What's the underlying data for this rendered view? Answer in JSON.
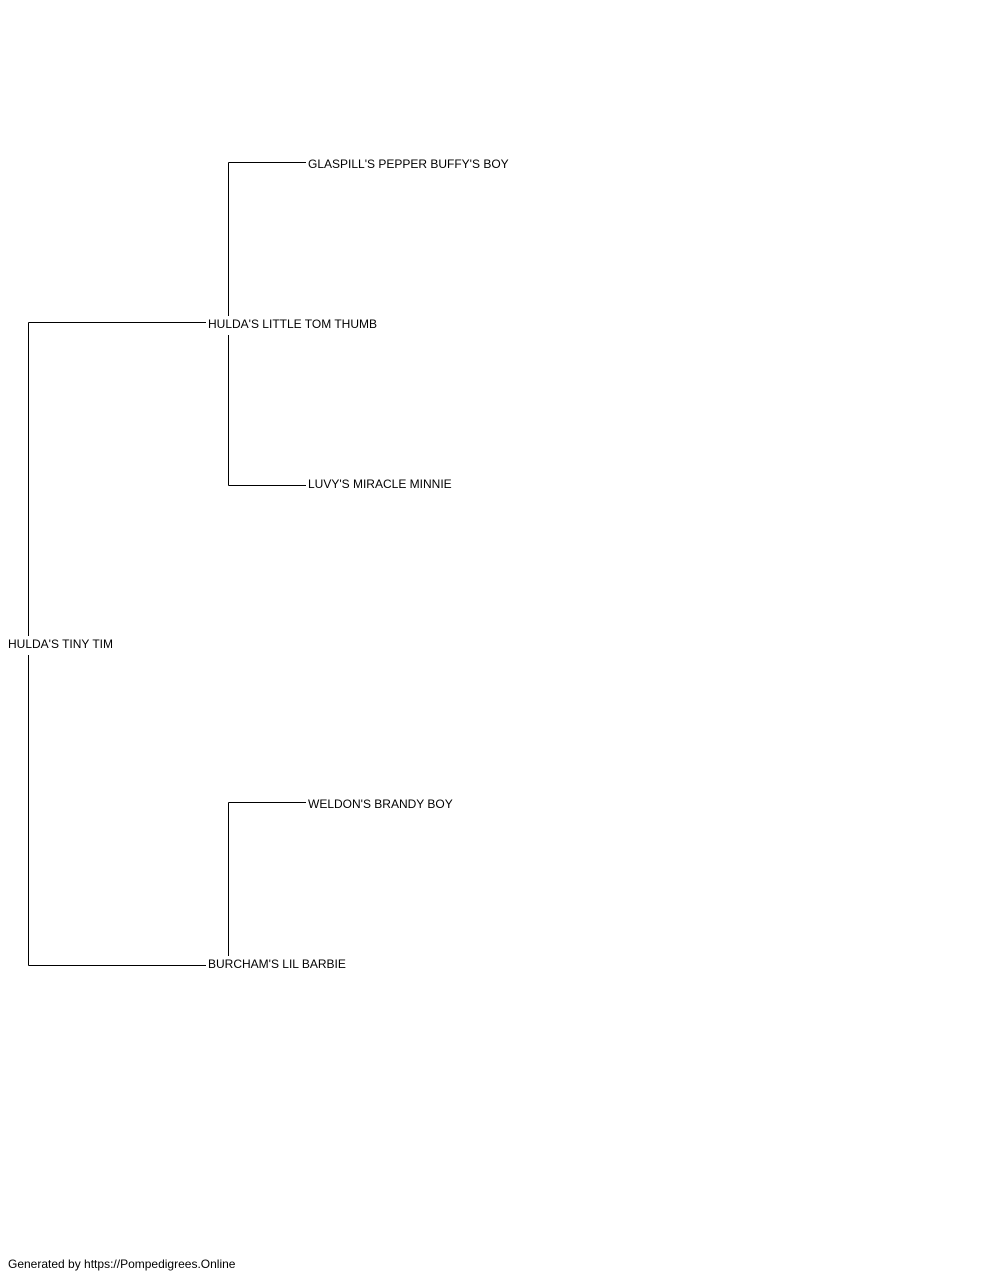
{
  "pedigree": {
    "subject": "HULDA'S TINY TIM",
    "sire": "HULDA'S LITTLE TOM THUMB",
    "dam": "BURCHAM'S LIL BARBIE",
    "sire_sire": "GLASPILL'S PEPPER BUFFY'S BOY",
    "sire_dam": "LUVY'S MIRACLE MINNIE",
    "dam_sire": "WELDON'S BRANDY BOY"
  },
  "footer": "Generated by https://Pompedigrees.Online"
}
